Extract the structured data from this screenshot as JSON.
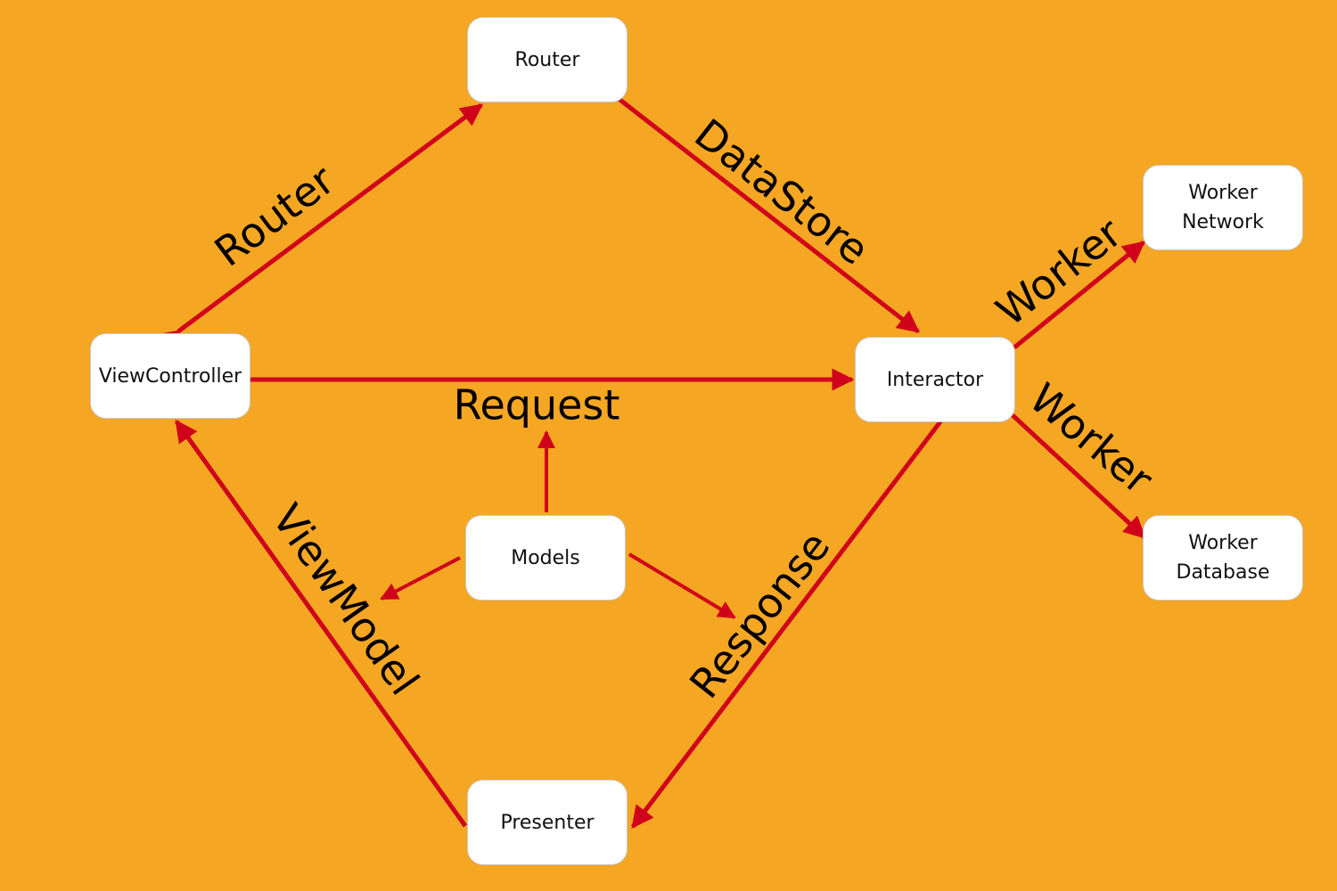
{
  "nodes": {
    "router": {
      "label": "Router"
    },
    "viewcontroller": {
      "label": "ViewController"
    },
    "interactor": {
      "label": "Interactor"
    },
    "worker_network": {
      "line1": "Worker",
      "line2": "Network"
    },
    "worker_database": {
      "line1": "Worker",
      "line2": "Database"
    },
    "models": {
      "label": "Models"
    },
    "presenter": {
      "label": "Presenter"
    }
  },
  "edge_labels": {
    "router": "Router",
    "datastore": "DataStore",
    "request": "Request",
    "worker_top": "Worker",
    "worker_bottom": "Worker",
    "viewmodel": "ViewModel",
    "response": "Response"
  },
  "colors": {
    "background": "#F5A623",
    "edge": "#D0021B",
    "node_fill": "#FFFFFF"
  }
}
